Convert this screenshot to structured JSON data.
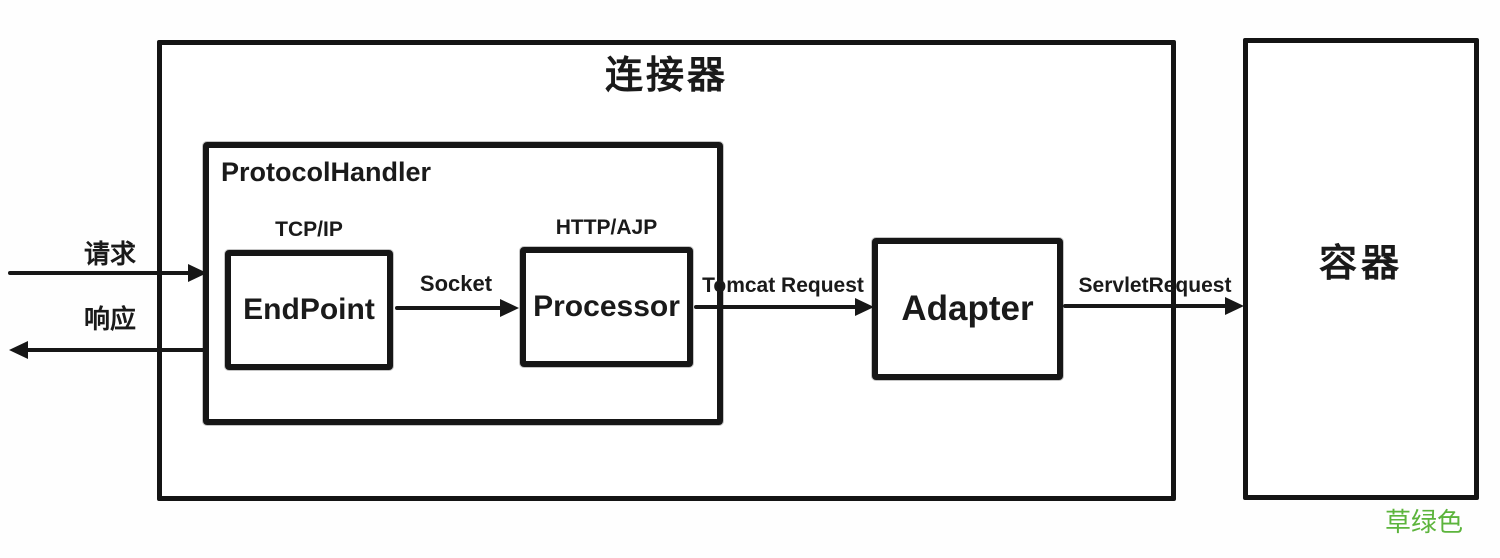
{
  "diagram": {
    "connector": {
      "title": "连接器"
    },
    "protocol_handler": {
      "title": "ProtocolHandler"
    },
    "endpoint": {
      "protocol_label": "TCP/IP",
      "name": "EndPoint"
    },
    "processor": {
      "protocol_label": "HTTP/AJP",
      "name": "Processor"
    },
    "adapter": {
      "name": "Adapter"
    },
    "container": {
      "title": "容器"
    },
    "flows": {
      "request": {
        "label": "请求"
      },
      "response": {
        "label": "响应"
      },
      "socket": {
        "label": "Socket"
      },
      "tomcat_request": {
        "label": "Tomcat Request"
      },
      "servlet_request": {
        "label": "ServletRequest"
      }
    },
    "annotation": {
      "text": "草绿色",
      "color": "#5cb43c"
    },
    "colors": {
      "ink": "#171717",
      "background": "#ffffff"
    }
  }
}
